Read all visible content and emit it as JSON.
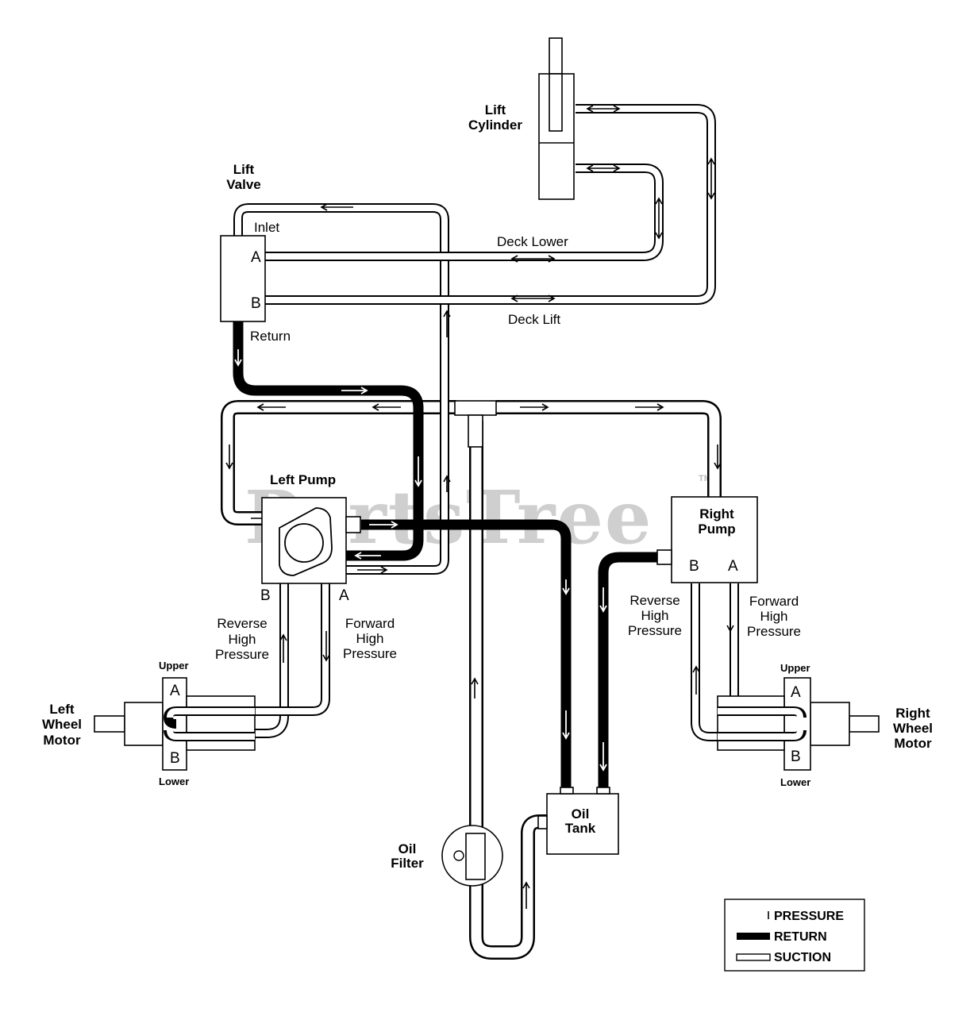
{
  "labels": {
    "lift_cylinder": "Lift\nCylinder",
    "lift_valve": "Lift\nValve",
    "inlet": "Inlet",
    "port_a": "A",
    "port_b": "B",
    "return": "Return",
    "deck_lower": "Deck Lower",
    "deck_lift": "Deck Lift",
    "left_pump": "Left Pump",
    "right_pump": "Right\nPump",
    "reverse_high_pressure": "Reverse\nHigh\nPressure",
    "forward_high_pressure": "Forward\nHigh\nPressure",
    "upper": "Upper",
    "lower": "Lower",
    "left_wheel_motor": "Left\nWheel\nMotor",
    "right_wheel_motor": "Right\nWheel\nMotor",
    "oil_filter": "Oil\nFilter",
    "oil_tank": "Oil\nTank"
  },
  "watermark": {
    "text": "PartsTree",
    "tm": "TM"
  },
  "legend": {
    "items": [
      {
        "label": "PRESSURE",
        "style": "pressure"
      },
      {
        "label": "RETURN",
        "style": "return"
      },
      {
        "label": "SUCTION",
        "style": "suction"
      }
    ]
  },
  "colors": {
    "line": "#000000",
    "watermark": "#cfcfcf",
    "background": "#ffffff"
  }
}
